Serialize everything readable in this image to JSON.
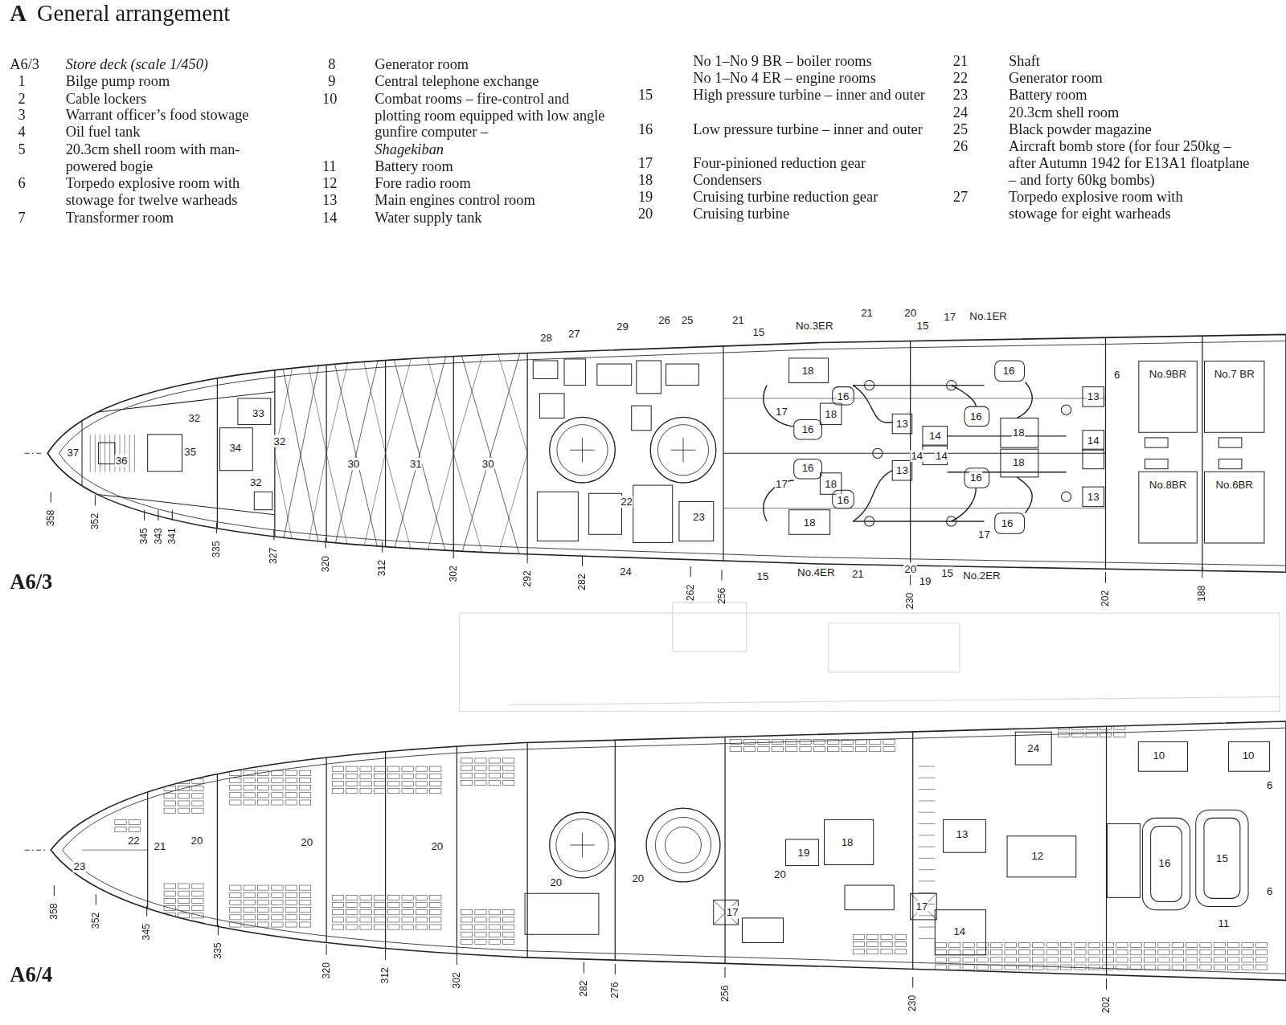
{
  "diagram": {
    "title": "General arrangement",
    "nodes": [
      {
        "text": [
          "No.9BR"
        ]
      },
      {
        "text": [
          "No.7 BR"
        ]
      },
      {
        "text": [
          "No.8BR"
        ]
      },
      {
        "text": [
          "No.6BR"
        ]
      }
    ],
    "labels": [
      "A",
      "A6/3",
      "Store deck (scale 1/450)",
      "1",
      "Bilge pump room",
      "2",
      "Cable lockers",
      "3",
      "Warrant officer’s food stowage",
      "4",
      "Oil fuel tank",
      "5",
      "20.3cm shell room with man-powered bogie",
      "6",
      "Torpedo explosive room with stowage for twelve warheads",
      "7",
      "Transformer room",
      "8",
      "Generator room",
      "9",
      "Central telephone exchange",
      "10",
      "Combat rooms – fire-control and plotting room equipped with low angle gunfire computer –",
      "Shagekiban",
      "11",
      "Battery room",
      "12",
      "Fore radio room",
      "13",
      "Main engines control room",
      "14",
      "Water supply tank",
      "No 1–No 9 BR – boiler rooms",
      "No 1–No 4 ER – engine rooms",
      "15",
      "High pressure turbine – inner and outer",
      "16",
      "Low pressure turbine – inner and outer",
      "17",
      "Four-pinioned reduction gear",
      "18",
      "Condensers",
      "19",
      "Cruising turbine reduction gear",
      "20",
      "Cruising turbine",
      "21",
      "Shaft",
      "22",
      "Generator room",
      "23",
      "Battery room",
      "24",
      "20.3cm shell room",
      "25",
      "Black powder magazine",
      "26",
      "Aircraft bomb store (for four 250kg – after Autumn 1942 for E13A1 floatplane – and forty 60kg bombs)",
      "27",
      "Torpedo explosive room with stowage for eight warheads",
      "A6/3",
      "A6/4",
      "358",
      "352",
      "345",
      "343",
      "341",
      "335",
      "327",
      "320",
      "312",
      "302",
      "292",
      "282",
      "262",
      "256",
      "230",
      "202",
      "188",
      "358",
      "352",
      "345",
      "335",
      "320",
      "312",
      "302",
      "282",
      "276",
      "256",
      "230",
      "202",
      "28",
      "27",
      "29",
      "26",
      "25",
      "21",
      "15",
      "No.3ER",
      "21",
      "20",
      "15",
      "17",
      "No.1ER",
      "37",
      "32",
      "33",
      "36",
      "35",
      "34",
      "32",
      "32",
      "30",
      "31",
      "30",
      "22",
      "23",
      "24",
      "18",
      "17",
      "16",
      "18",
      "16",
      "13",
      "14",
      "16",
      "16",
      "18",
      "13",
      "14",
      "6",
      "16",
      "18",
      "17",
      "16",
      "18",
      "13",
      "14",
      "14",
      "18",
      "16",
      "13",
      "16",
      "17",
      "15",
      "No.4ER",
      "21",
      "20",
      "19",
      "15",
      "No.2ER",
      "23",
      "22",
      "21",
      "20",
      "20",
      "20",
      "20",
      "20",
      "20",
      "19",
      "18",
      "17",
      "13",
      "12",
      "17",
      "14",
      "24",
      "10",
      "10",
      "6",
      "16",
      "15",
      "6",
      "11"
    ]
  }
}
